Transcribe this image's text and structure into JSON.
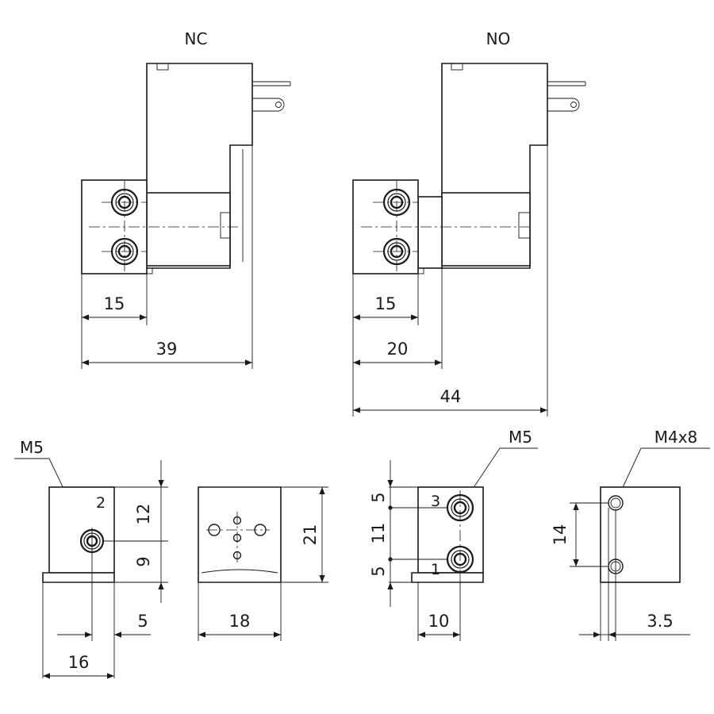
{
  "views": {
    "nc": {
      "label": "NC",
      "dims": [
        "15",
        "39"
      ]
    },
    "no": {
      "label": "NO",
      "dims": [
        "15",
        "20",
        "44"
      ]
    }
  },
  "bottom": {
    "thread_a": "M5",
    "thread_b": "M5",
    "thread_c": "M4x8",
    "port_2": "2",
    "port_3": "3",
    "port_1": "1",
    "d12": "12",
    "d9": "9",
    "d5a": "5",
    "d16": "16",
    "d18": "18",
    "d21": "21",
    "d5b": "5",
    "d11": "11",
    "d5c": "5",
    "d10": "10",
    "d14": "14",
    "d3_5": "3.5"
  },
  "colors": {
    "line": "#1a1a1a",
    "background": "#ffffff"
  }
}
